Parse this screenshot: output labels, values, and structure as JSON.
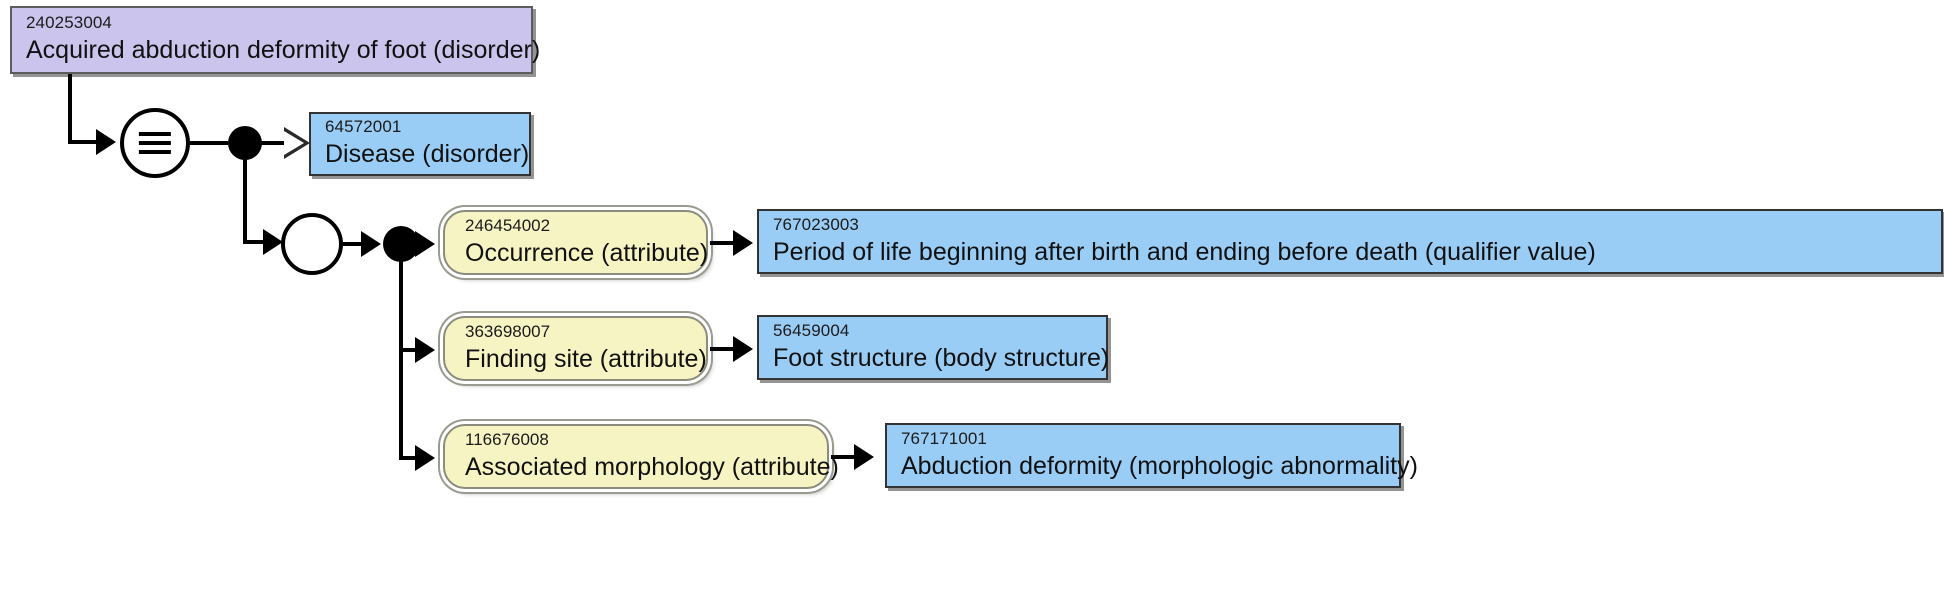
{
  "diagram": {
    "type": "snomed-ct-concept-diagram",
    "focus_concept": {
      "sctid": "240253004",
      "term": "Acquired abduction deformity of foot (disorder)",
      "fill": "#cbc4ec"
    },
    "definition_status": {
      "node": "equivalent-to",
      "icon": "equivalence-bars-icon"
    },
    "parents": [
      {
        "sctid": "64572001",
        "term": "Disease (disorder)",
        "relation": "is-a",
        "fill": "#9acdf5"
      }
    ],
    "role_group": {
      "node": "conjunction-circle",
      "attributes": [
        {
          "attribute": {
            "sctid": "246454002",
            "term": "Occurrence (attribute)",
            "fill": "#f7f4c4"
          },
          "value": {
            "sctid": "767023003",
            "term": "Period of life beginning after birth and ending before death (qualifier value)",
            "fill": "#9acdf5"
          }
        },
        {
          "attribute": {
            "sctid": "363698007",
            "term": "Finding site (attribute)",
            "fill": "#f7f4c4"
          },
          "value": {
            "sctid": "56459004",
            "term": "Foot structure (body structure)",
            "fill": "#9acdf5"
          }
        },
        {
          "attribute": {
            "sctid": "116676008",
            "term": "Associated morphology (attribute)",
            "fill": "#f7f4c4"
          },
          "value": {
            "sctid": "767171001",
            "term": "Abduction deformity (morphologic abnormality)",
            "fill": "#9acdf5"
          }
        }
      ]
    }
  }
}
